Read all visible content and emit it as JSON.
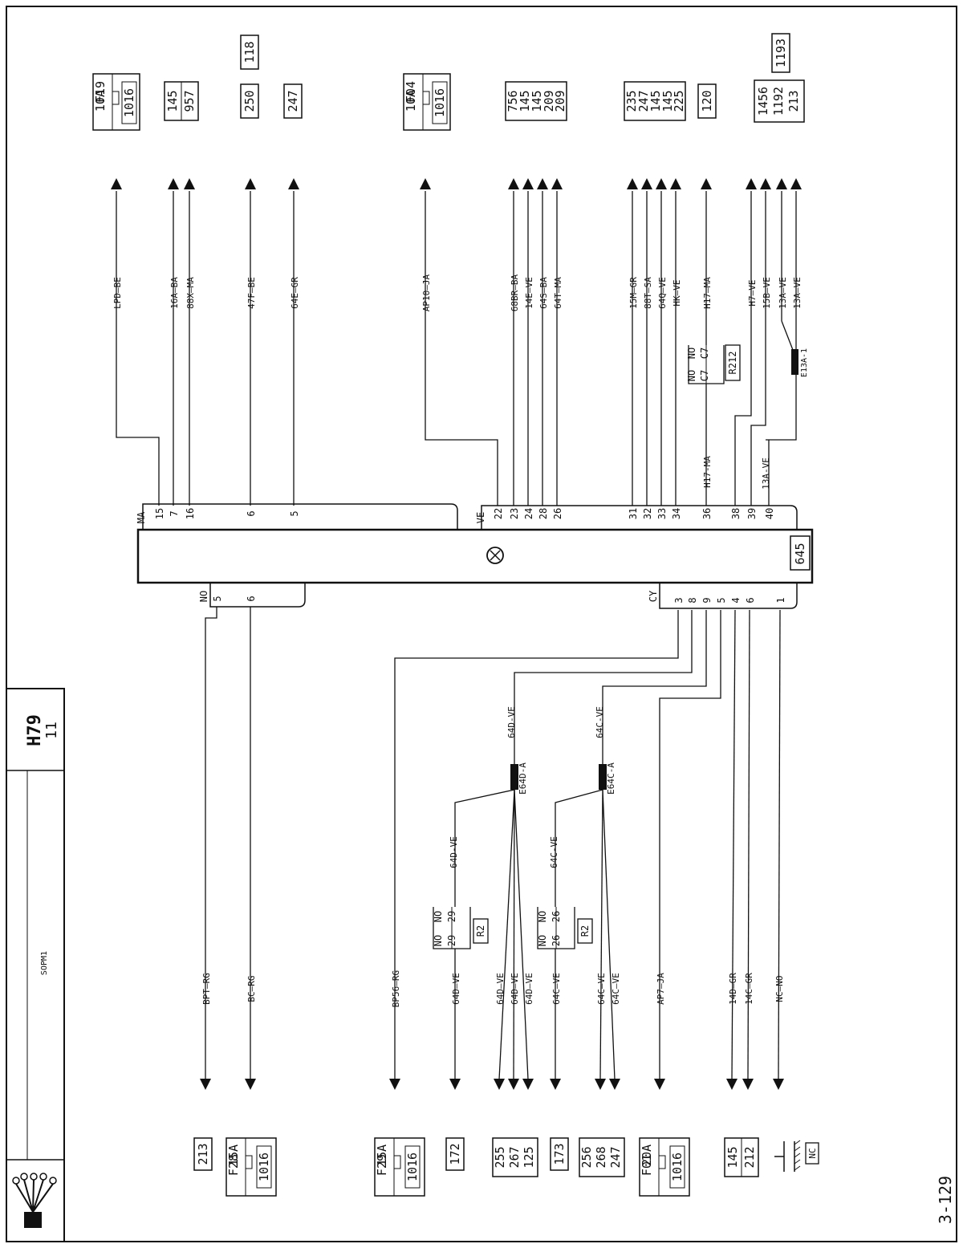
{
  "sheet": {
    "code": "H79",
    "page": "11",
    "system": "SOPM1",
    "page_ref": "3-129"
  },
  "module": {
    "ref": "645",
    "top_colour": "MA",
    "top2_colour": "VE",
    "bottom_colour": "NO",
    "bottom2_colour": "CY"
  },
  "top_boxes": [
    {
      "fuse_rating": "10A",
      "fuse_id": "F19",
      "ref": "1016"
    },
    {
      "refs": [
        "145",
        "957"
      ]
    },
    {
      "refs": [
        "250"
      ],
      "extra": "118"
    },
    {
      "refs": [
        "247"
      ]
    },
    {
      "fuse_rating": "10A",
      "fuse_id": "F04",
      "ref": "1016"
    },
    {
      "refs": [
        "756",
        "145",
        "145",
        "209",
        "209"
      ]
    },
    {
      "refs": [
        "235",
        "247",
        "145",
        "145",
        "225"
      ]
    },
    {
      "refs": [
        "120"
      ]
    },
    {
      "refs": [
        "1456",
        "1192",
        "213"
      ],
      "extra": "1193"
    }
  ],
  "top_wires": [
    {
      "label": "LPD",
      "colour": "BE",
      "pin": "15"
    },
    {
      "label": "16A",
      "colour": "BA",
      "pin": "7"
    },
    {
      "label": "88X",
      "colour": "MA",
      "pin": "16"
    },
    {
      "label": "47F",
      "colour": "BE",
      "pin": "6"
    },
    {
      "label": "64E",
      "colour": "GR",
      "pin": "5"
    },
    {
      "label": "AP10",
      "colour": "JA",
      "pin": "22"
    },
    {
      "label": "68BR",
      "colour": "BA",
      "pin": "23"
    },
    {
      "label": "14E",
      "colour": "VE",
      "pin": "24"
    },
    {
      "label": "64S",
      "colour": "BA",
      "pin": "28"
    },
    {
      "label": "64T",
      "colour": "MA",
      "pin": "26"
    },
    {
      "label": "15M",
      "colour": "GR",
      "pin": "31"
    },
    {
      "label": "88T",
      "colour": "SA",
      "pin": "32"
    },
    {
      "label": "64Q",
      "colour": "VE",
      "pin": "33"
    },
    {
      "label": "HK",
      "colour": "VE",
      "pin": "34"
    },
    {
      "label": "H17",
      "colour": "MA",
      "pin": "36"
    },
    {
      "label": "H7",
      "colour": "VE",
      "pin": "38"
    },
    {
      "label": "15B",
      "colour": "VE",
      "pin": "39"
    },
    {
      "label": "13A",
      "colour": "VE",
      "pin": "40"
    },
    {
      "label": "13A",
      "colour": "VE",
      "pin": ""
    }
  ],
  "relay_r212": {
    "ref": "R212",
    "left": "NO",
    "right": "NO",
    "pin_a": "C7",
    "pin_b": "C7",
    "wire": "H17-MA"
  },
  "splice_e13a": {
    "ref": "E13A-1",
    "wire": "13A-VE"
  },
  "bottom_wires_left": [
    {
      "label": "BPT",
      "colour": "RG",
      "pin": "5"
    },
    {
      "label": "BC",
      "colour": "RG",
      "pin": "6"
    }
  ],
  "bottom_wires_right_pins": [
    "3",
    "8",
    "9",
    "5",
    "4",
    "6",
    "1"
  ],
  "bottom_wires": [
    {
      "label": "BP56",
      "colour": "RG"
    },
    {
      "label": "64D",
      "colour": "VE"
    },
    {
      "label": "64D",
      "colour": "VE"
    },
    {
      "label": "64D",
      "colour": "VE"
    },
    {
      "label": "64D",
      "colour": "VE"
    },
    {
      "label": "64C",
      "colour": "VE"
    },
    {
      "label": "64C",
      "colour": "VE"
    },
    {
      "label": "64C",
      "colour": "VE"
    },
    {
      "label": "AP7",
      "colour": "JA"
    },
    {
      "label": "14D",
      "colour": "GR"
    },
    {
      "label": "14C",
      "colour": "GR"
    },
    {
      "label": "NC",
      "colour": "NO"
    }
  ],
  "splices": [
    {
      "ref": "E64D-A",
      "wire": "64D-VE",
      "branch": "64D-VE"
    },
    {
      "ref": "E64C-A",
      "wire": "64C-VE",
      "branch": "64C-VE"
    }
  ],
  "relays_r2": [
    {
      "ref": "R2",
      "left": "NO",
      "right": "NO",
      "pin_a": "29",
      "pin_b": "29"
    },
    {
      "ref": "R2",
      "left": "NO",
      "right": "NO",
      "pin_a": "26",
      "pin_b": "26"
    }
  ],
  "bottom_boxes": [
    {
      "refs": [
        "213"
      ]
    },
    {
      "fuse_rating": "15A",
      "fuse_id": "F28",
      "ref": "1016"
    },
    {
      "fuse_rating": "15A",
      "fuse_id": "F29",
      "ref": "1016"
    },
    {
      "refs": [
        "172"
      ]
    },
    {
      "refs": [
        "255",
        "267",
        "125"
      ]
    },
    {
      "refs": [
        "173"
      ]
    },
    {
      "refs": [
        "256",
        "268",
        "247"
      ]
    },
    {
      "fuse_rating": "20A",
      "fuse_id": "F01",
      "ref": "1016"
    },
    {
      "refs": [
        "145",
        "212"
      ]
    },
    {
      "ground": "NC"
    }
  ]
}
